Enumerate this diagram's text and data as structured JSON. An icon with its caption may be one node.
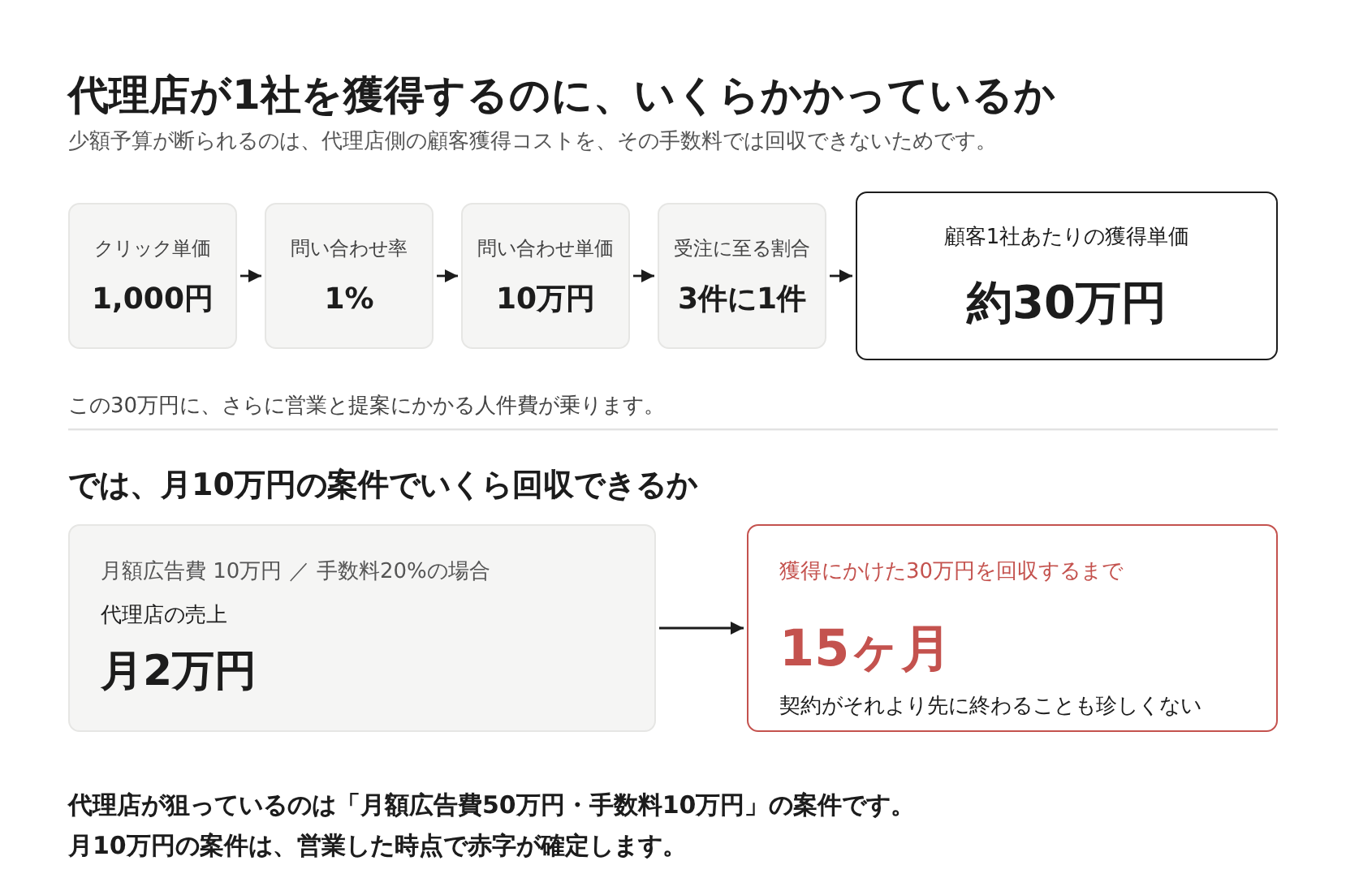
{
  "diagram": {
    "title": "代理店が1社を獲得するのに、いくらかかっているか",
    "nodes": [
      {
        "text": [
          "クリック単価",
          "1,000円"
        ]
      },
      {
        "text": [
          "問い合わせ率",
          "1%"
        ]
      },
      {
        "text": [
          "問い合わせ単価",
          "10万円"
        ]
      },
      {
        "text": [
          "受注に至る割合",
          "3件に1件"
        ]
      },
      {
        "text": [
          "顧客1社あたりの獲得単価",
          "約30万円"
        ]
      },
      {
        "text": [
          "月額広告費 10万円 ／ 手数料20%の場合",
          "代理店の売上",
          "月2万円"
        ]
      },
      {
        "text": [
          "獲得にかけた30万円を回収するまで",
          "15ヶ月",
          "契約がそれより先に終わることも珍しくない"
        ]
      }
    ],
    "edges": [
      {
        "from": 0,
        "to": 1,
        "arrow": "to"
      },
      {
        "from": 1,
        "to": 2,
        "arrow": "to"
      },
      {
        "from": 2,
        "to": 3,
        "arrow": "to"
      },
      {
        "from": 3,
        "to": 4,
        "arrow": "to"
      },
      {
        "from": 5,
        "to": 6,
        "arrow": "to"
      }
    ],
    "labels": [
      "少額予算が断られるのは、代理店側の顧客獲得コストを、その手数料では回収できないためです。",
      "この30万円に、さらに営業と提案にかかる人件費が乗ります。",
      "では、月10万円の案件でいくら回収できるか",
      "代理店が狙っているのは「月額広告費50万円・手数料10万円」の案件です。",
      "月10万円の案件は、営業した時点で赤字が確定します。"
    ]
  }
}
